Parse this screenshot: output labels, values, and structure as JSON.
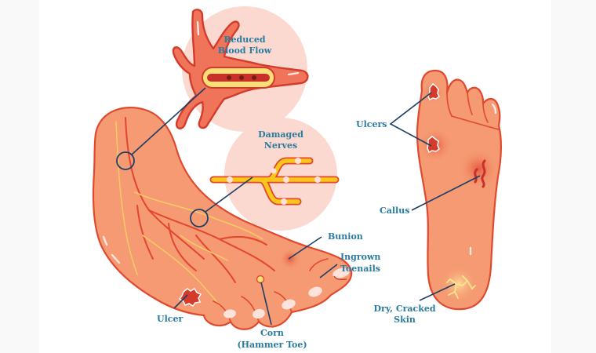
{
  "figure": {
    "title": "Diabetic foot complications",
    "colors": {
      "label_text": "#2a7ba0",
      "leader_line": "#1c3e66",
      "skin": "#f59a72",
      "skin_outline": "#e0492e",
      "vein": "#e5452f",
      "nerve": "#fbc61a",
      "highlight_circle": "#fcd9d0",
      "page_margin": "#f9f9f9",
      "page_background": "#ffffff"
    },
    "callouts": {
      "reduced_blood_flow": {
        "line1": "Reduced",
        "line2": "Blood Flow",
        "icon": "blood-vessel-plaque-icon"
      },
      "damaged_nerves": {
        "line1": "Damaged",
        "line2": "Nerves",
        "icon": "nerve-fiber-icon"
      }
    },
    "side_foot_labels": {
      "bunion": "Bunion",
      "ingrown_line1": "Ingrown",
      "ingrown_line2": "Toenails",
      "ulcer": "Ulcer",
      "corn_line1": "Corn",
      "corn_line2": "(Hammer Toe)"
    },
    "sole_labels": {
      "ulcers": "Ulcers",
      "callus": "Callus",
      "dry_line1": "Dry, Cracked",
      "dry_line2": "Skin"
    }
  }
}
